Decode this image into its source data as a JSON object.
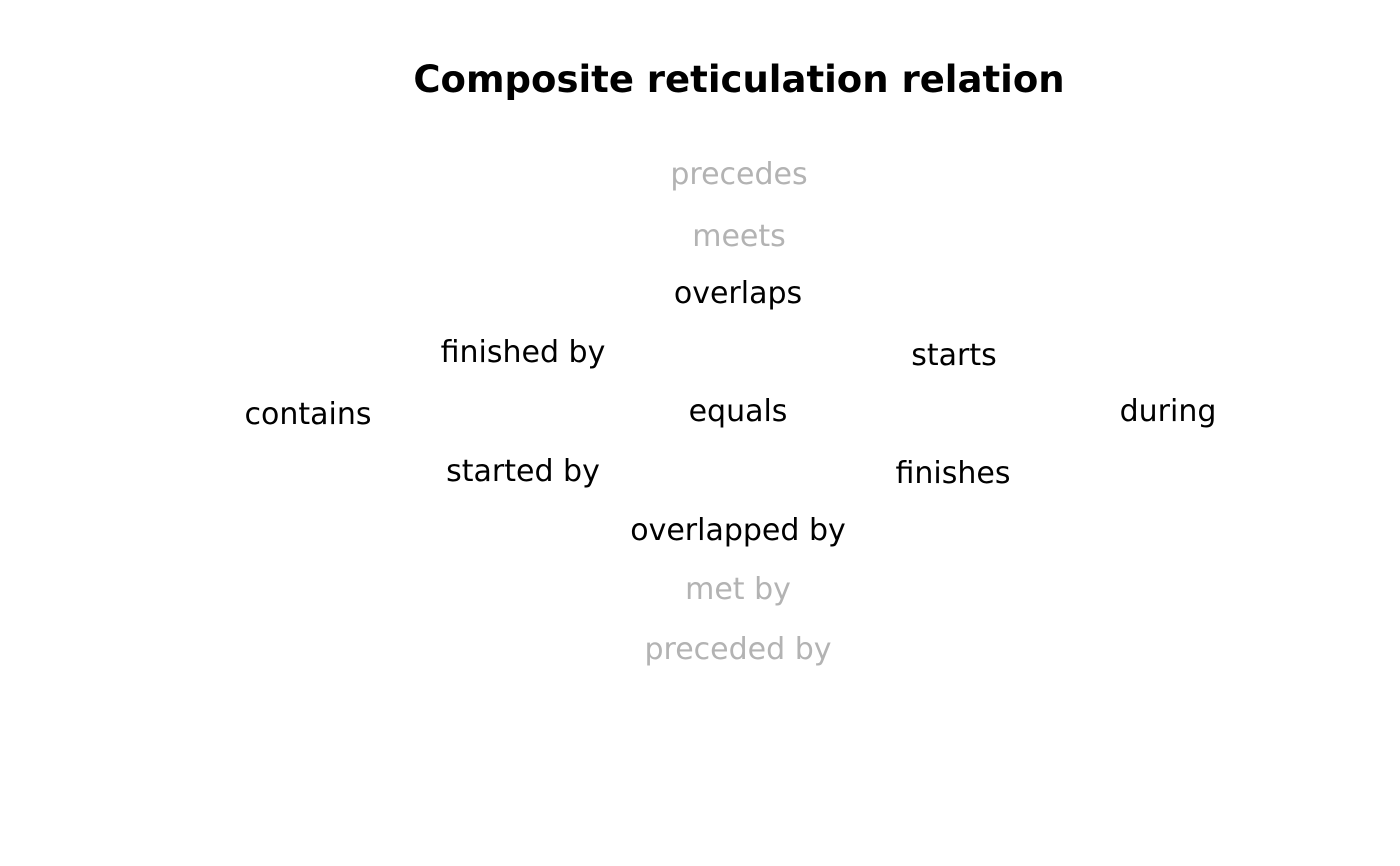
{
  "title": "Composite reticulation relation",
  "colors": {
    "active": "#000000",
    "inactive": "#b3b3b3",
    "background": "#ffffff"
  },
  "relations": {
    "precedes": {
      "label": "precedes",
      "active": false
    },
    "meets": {
      "label": "meets",
      "active": false
    },
    "overlaps": {
      "label": "overlaps",
      "active": true
    },
    "finished_by": {
      "label": "finished by",
      "active": true
    },
    "starts": {
      "label": "starts",
      "active": true
    },
    "contains": {
      "label": "contains",
      "active": true
    },
    "equals": {
      "label": "equals",
      "active": true
    },
    "during": {
      "label": "during",
      "active": true
    },
    "started_by": {
      "label": "started by",
      "active": true
    },
    "finishes": {
      "label": "finishes",
      "active": true
    },
    "overlapped_by": {
      "label": "overlapped by",
      "active": true
    },
    "met_by": {
      "label": "met by",
      "active": false
    },
    "preceded_by": {
      "label": "preceded by",
      "active": false
    }
  }
}
